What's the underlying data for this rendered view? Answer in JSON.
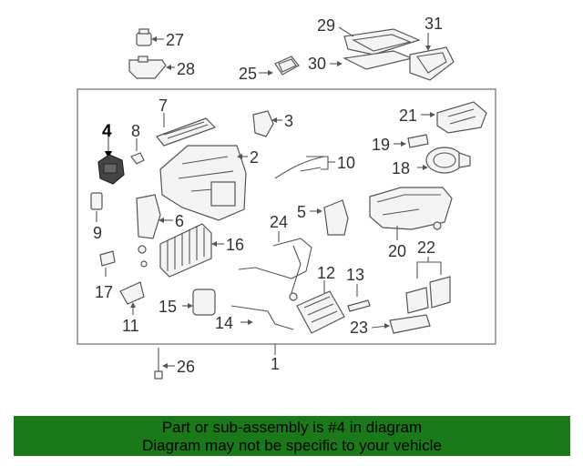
{
  "labels": {
    "l1": "1",
    "l2": "2",
    "l3": "3",
    "l4": "4",
    "l5": "5",
    "l6": "6",
    "l7": "7",
    "l8": "8",
    "l9": "9",
    "l10": "10",
    "l11": "11",
    "l12": "12",
    "l13": "13",
    "l14": "14",
    "l15": "15",
    "l16": "16",
    "l17": "17",
    "l18": "18",
    "l19": "19",
    "l20": "20",
    "l21": "21",
    "l22": "22",
    "l23": "23",
    "l24": "24",
    "l25": "25",
    "l26": "26",
    "l27": "27",
    "l28": "28",
    "l29": "29",
    "l30": "30",
    "l31": "31"
  },
  "banner": {
    "line1": "Part or sub-assembly is #4 in diagram",
    "line2": "Diagram may not be specific to your vehicle"
  },
  "colors": {
    "banner_bg": "#1a7a1a",
    "highlight_part": "#444444"
  }
}
